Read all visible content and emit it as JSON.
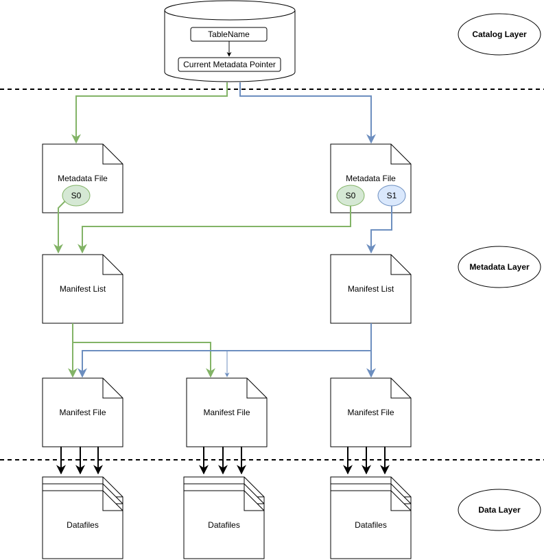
{
  "layers": {
    "catalog": "Catalog Layer",
    "metadata": "Metadata Layer",
    "data": "Data Layer"
  },
  "catalog": {
    "table_name": "TableName",
    "pointer": "Current Metadata Pointer"
  },
  "metadata_files": [
    {
      "label": "Metadata File",
      "snapshots": [
        "S0"
      ]
    },
    {
      "label": "Metadata File",
      "snapshots": [
        "S0",
        "S1"
      ]
    }
  ],
  "manifest_lists": [
    {
      "label": "Manifest List"
    },
    {
      "label": "Manifest List"
    }
  ],
  "manifest_files": [
    {
      "label": "Manifest File"
    },
    {
      "label": "Manifest File"
    },
    {
      "label": "Manifest File"
    }
  ],
  "datafiles": [
    {
      "label": "Datafiles"
    },
    {
      "label": "Datafiles"
    },
    {
      "label": "Datafiles"
    }
  ],
  "colors": {
    "green": "#82b366",
    "green_fill": "#d5e8d4",
    "blue": "#6c8ebf",
    "blue_fill": "#dae8fc",
    "stroke": "#000000"
  }
}
